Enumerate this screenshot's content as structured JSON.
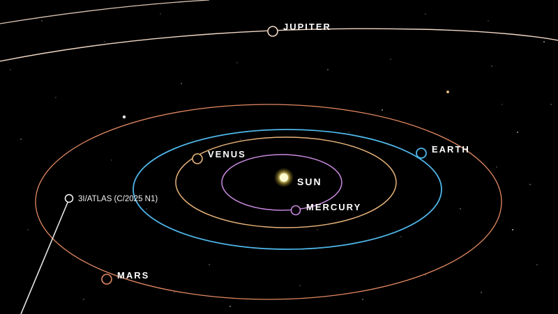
{
  "labels": {
    "jupiter": "JUPITER",
    "venus": "VENUS",
    "earth": "EARTH",
    "sun": "SUN",
    "mercury": "MERCURY",
    "mars": "MARS",
    "comet": "3I/ATLAS (C/2025 N1)"
  },
  "colors": {
    "background": "#000000",
    "jupiter_orbit": "#f3d9c6",
    "mars_orbit": "#e58a63",
    "earth_orbit": "#4fb7ea",
    "venus_orbit": "#e8b47a",
    "mercury_orbit": "#c98ae0",
    "sun": "#fff6a8",
    "comet_trail": "#e6e6e6"
  },
  "icons": {
    "sun": "sun-icon",
    "planet_marker": "planet-marker-icon",
    "comet_marker": "comet-marker-icon"
  }
}
